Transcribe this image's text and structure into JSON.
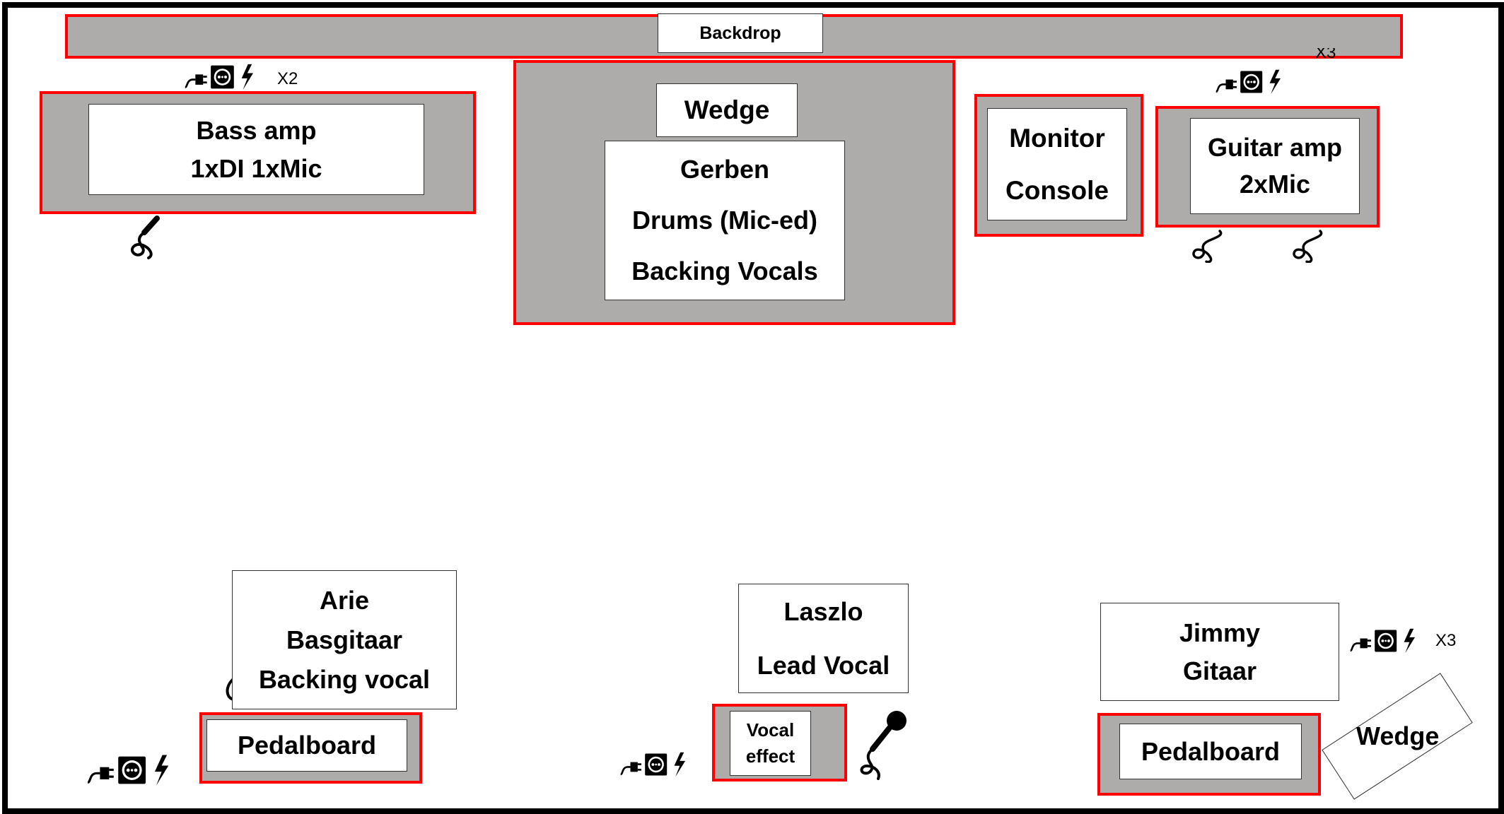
{
  "backdrop": {
    "label": "Backdrop"
  },
  "bass_amp": {
    "line1": "Bass amp",
    "line2": "1xDI 1xMic",
    "power_count": "X2"
  },
  "drums": {
    "wedge_label": "Wedge",
    "name": "Gerben",
    "line2": "Drums (Mic-ed)",
    "line3": "Backing Vocals"
  },
  "monitor": {
    "line1": "Monitor",
    "line2": "Console"
  },
  "guitar_amp": {
    "line1": "Guitar amp",
    "line2": "2xMic",
    "power_count": "X3"
  },
  "arie": {
    "name": "Arie",
    "line2": "Basgitaar",
    "line3": "Backing vocal",
    "pedalboard": "Pedalboard"
  },
  "laszlo": {
    "name": "Laszlo",
    "line2": "Lead Vocal",
    "effect_line1": "Vocal",
    "effect_line2": "effect"
  },
  "jimmy": {
    "name": "Jimmy",
    "line2": "Gitaar",
    "pedalboard": "Pedalboard",
    "power_count": "X3",
    "wedge_label": "Wedge"
  },
  "colors": {
    "area_fill": "#aeabab",
    "area_border": "#ff0000",
    "frame": "#000000"
  }
}
